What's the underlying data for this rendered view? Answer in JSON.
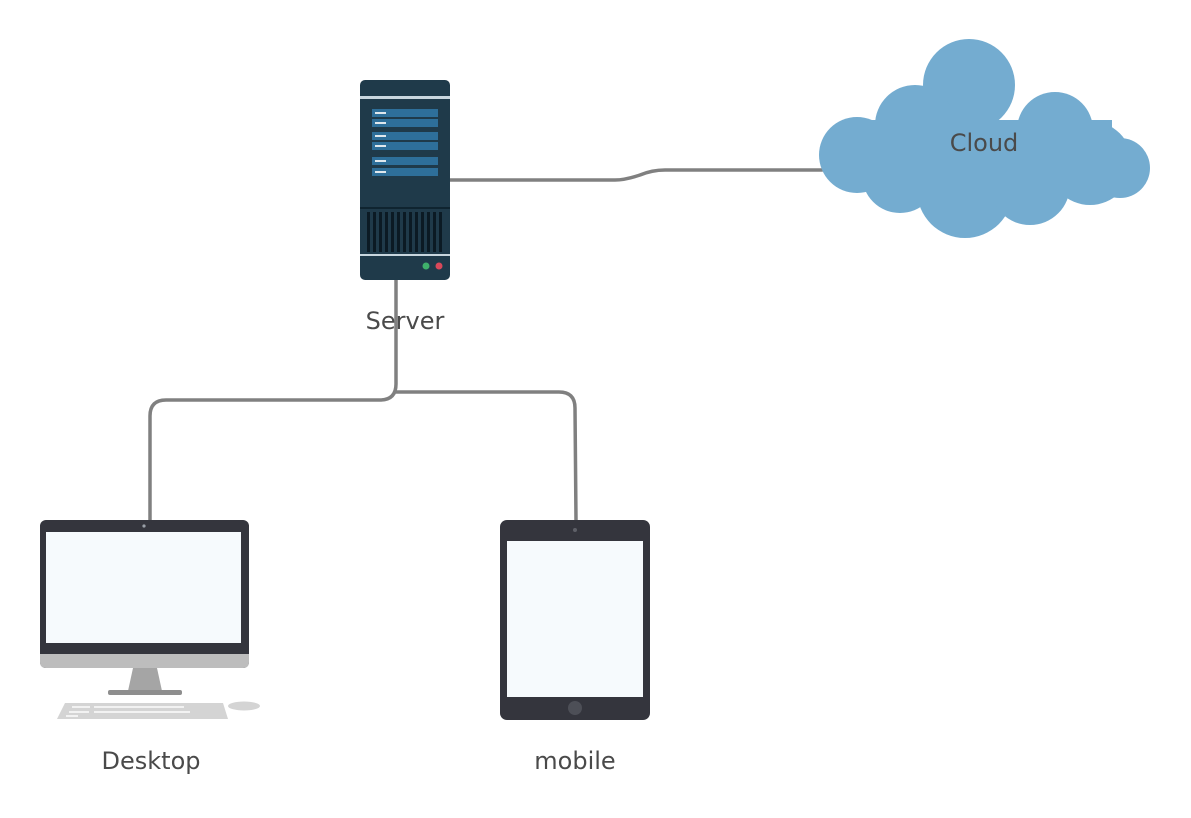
{
  "nodes": {
    "server": {
      "label": "Server",
      "icon": "server-icon"
    },
    "cloud": {
      "label": "Cloud",
      "icon": "cloud-icon"
    },
    "desktop": {
      "label": "Desktop",
      "icon": "desktop-monitor-icon"
    },
    "mobile": {
      "label": "mobile",
      "icon": "tablet-icon"
    }
  },
  "connections": [
    {
      "from": "server",
      "to": "cloud"
    },
    {
      "from": "server",
      "to": "desktop"
    },
    {
      "from": "server",
      "to": "mobile"
    }
  ],
  "colors": {
    "connector": "#808080",
    "server_body": "#1f3a4a",
    "server_slot": "#2e6f9a",
    "cloud": "#74acd0",
    "device_frame": "#34353d",
    "device_screen": "#f6fafd",
    "desktop_base": "#bdbdbd",
    "label_text": "#4a4a4a"
  }
}
